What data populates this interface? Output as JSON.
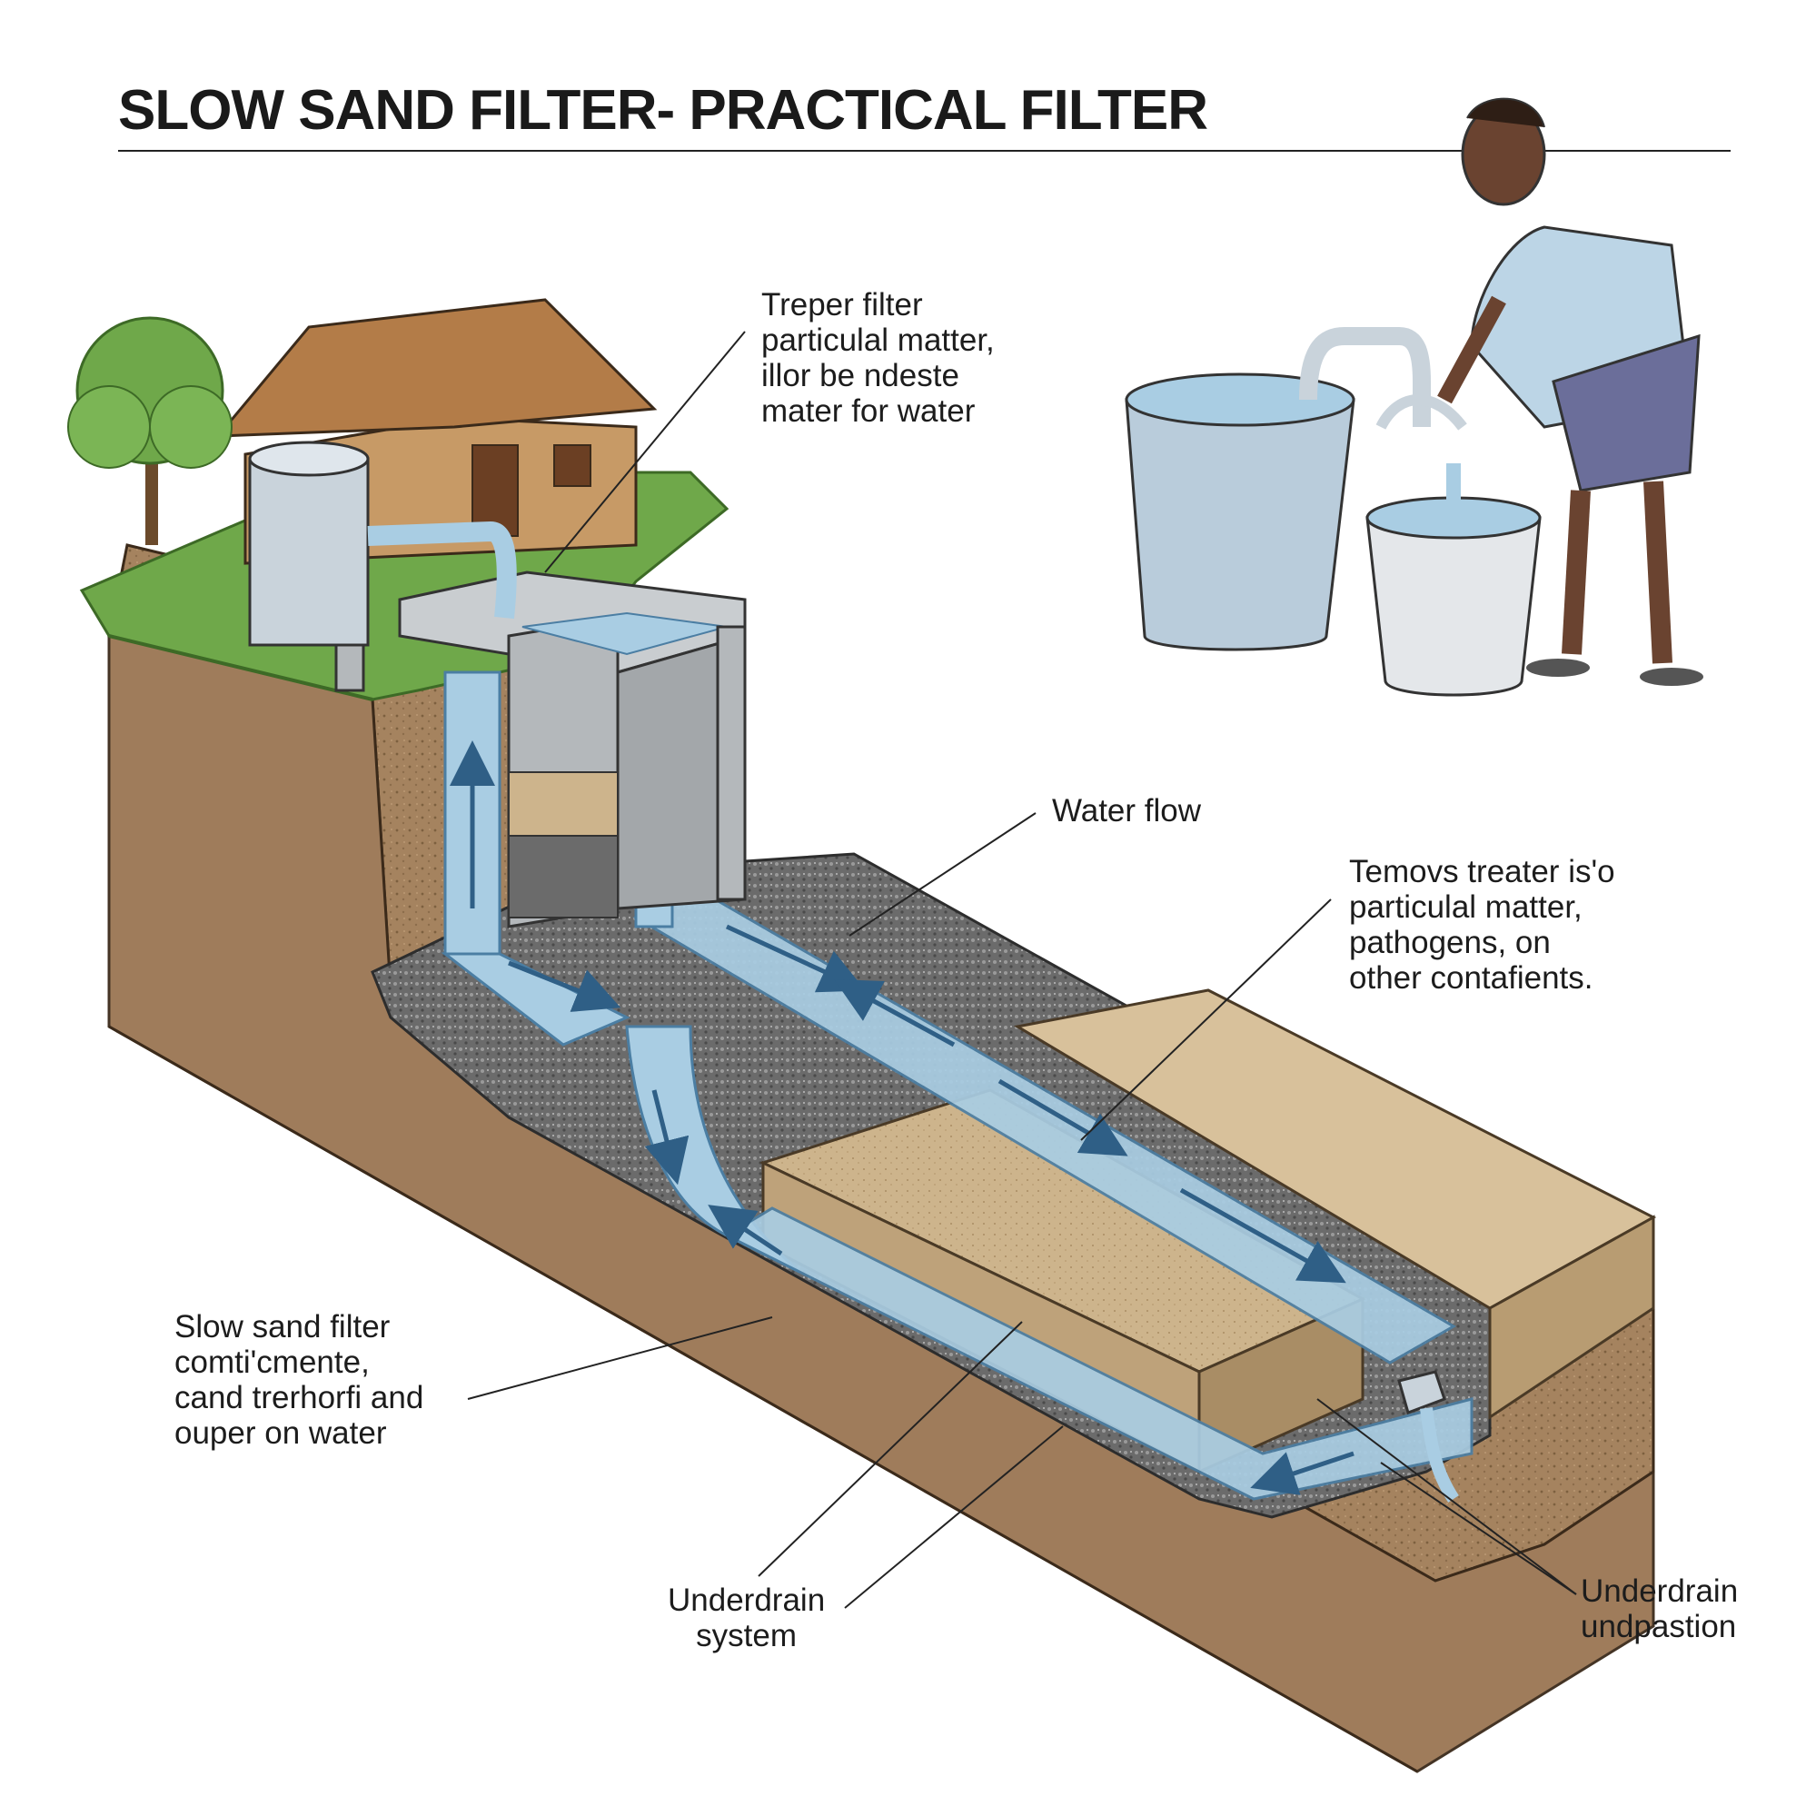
{
  "title": "SLOW SAND FILTER- PRACTICAL FILTER",
  "callouts": {
    "top": [
      "Treper filter",
      "particulal matter,",
      "illor be ndeste",
      "mater for water"
    ],
    "water_flow": [
      "Water flow"
    ],
    "right": [
      "Temovs treater is'o",
      "particulal matter,",
      "pathogens, on",
      "other contafients."
    ],
    "left": [
      "Slow sand filter",
      "comti'cmente,",
      "cand trerhorfi and",
      "ouper on water"
    ],
    "underdrain_system": [
      "Underdrain",
      "system"
    ],
    "underdrain_right": [
      "Underdrain",
      "undpastion"
    ]
  },
  "colors": {
    "water": "#a9cde3",
    "soil": "#a5835f",
    "sand": "#cdb48c",
    "gravel": "#6a6a6a",
    "grass": "#6fa84a",
    "wood": "#b98452"
  },
  "illustration": {
    "scene": "house-with-tank-and-tree",
    "figure": "woman-pouring-water-into-buckets"
  }
}
